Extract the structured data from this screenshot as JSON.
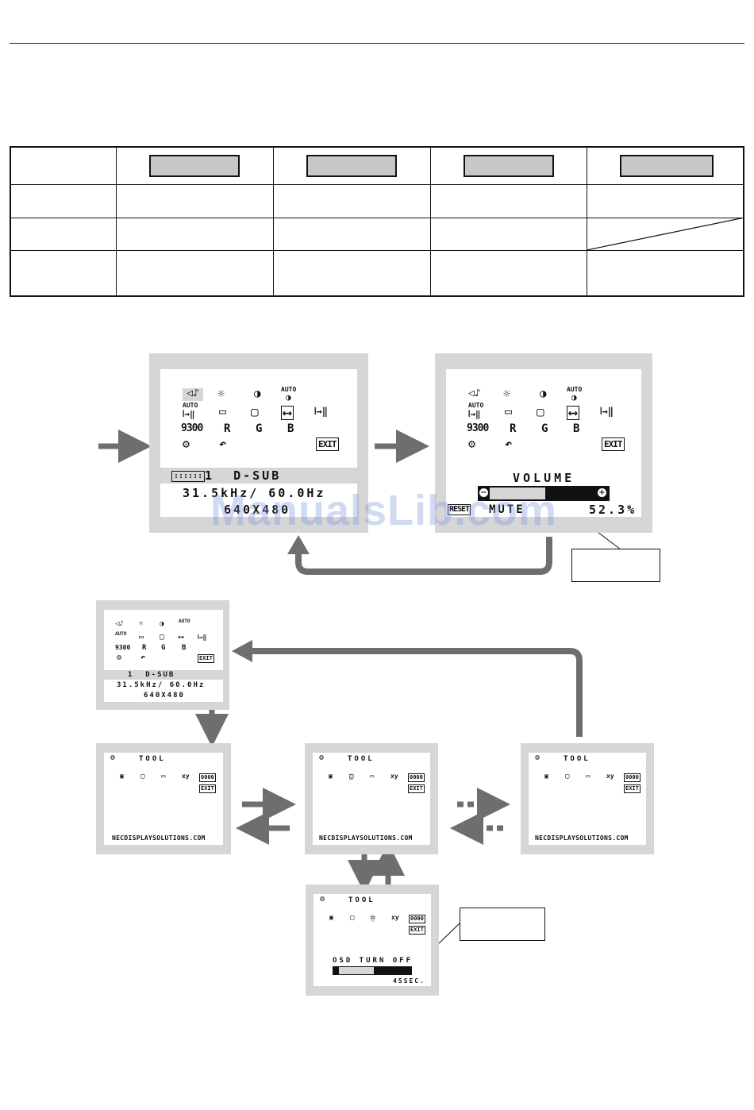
{
  "watermark": "ManualsLib.com",
  "panel_a": {
    "icons_row1": [
      "◁♪",
      "☼",
      "◑",
      "AUTO"
    ],
    "icons_row2": [
      "AUTO",
      "▭",
      "▢",
      "⟷",
      "⦚→‖"
    ],
    "rgb_row": [
      "9300",
      "R",
      "G",
      "B"
    ],
    "exit": "EXIT",
    "input": "1  D-SUB",
    "freq": "31.5kHz/ 60.0Hz",
    "res": "640X480"
  },
  "panel_b": {
    "title": "VOLUME",
    "reset": "RESET",
    "mute": "MUTE",
    "value": "52.3%",
    "level": 0.523
  },
  "tool": {
    "title": "TOOL",
    "url": "NECDISPLAYSOLUTIONS.COM",
    "icons": [
      "xy",
      "▢",
      "▭"
    ],
    "osd_turn_off": "OSD TURN OFF",
    "seconds": "45SEC."
  }
}
